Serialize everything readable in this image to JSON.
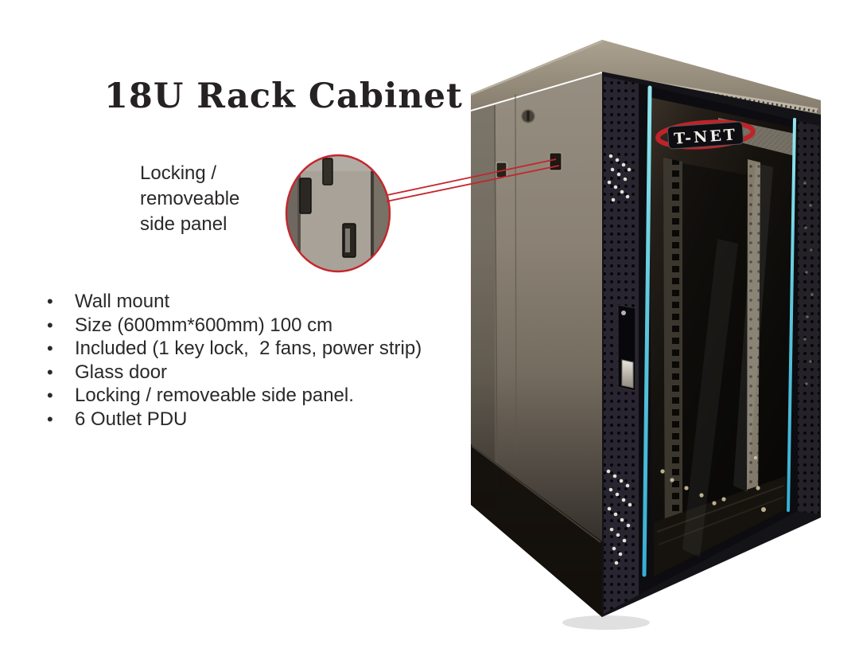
{
  "title": "18U Rack Cabinet",
  "callout": {
    "label_lines": [
      "Locking /",
      "removeable",
      "side panel"
    ],
    "accent_color": "#c5262c"
  },
  "features": {
    "items": [
      "Wall mount",
      "Size (600mm*600mm) 100 cm",
      "Included (1 key lock,  2 fans, power strip)",
      "Glass door",
      "Locking / removeable side panel.",
      "6 Outlet PDU"
    ]
  },
  "product": {
    "name": "18U Rack Cabinet",
    "brand": "T-NET",
    "colors": {
      "led_strip": "#59c6dc",
      "cabinet_frame": "#141318",
      "side_panel": "#8e8679",
      "top_cap": "#968d7e",
      "callout_red": "#c5262c"
    }
  }
}
